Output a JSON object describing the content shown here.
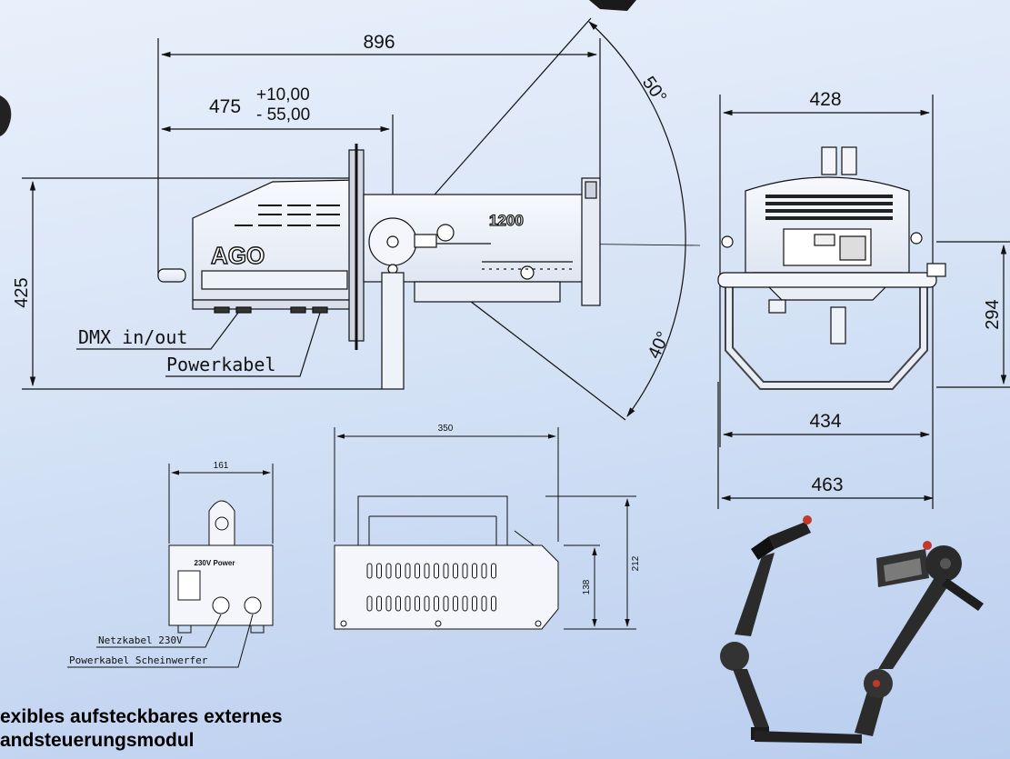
{
  "side_view": {
    "length": "896",
    "offset": "475",
    "offset_tol_plus": "+10,00",
    "offset_tol_minus": "- 55,00",
    "height": "425",
    "angle_up": "50°",
    "angle_down": "40°",
    "label_dmx": "DMX in/out",
    "label_power": "Powerkabel",
    "logo": "AGO",
    "model": "1200"
  },
  "front_view": {
    "top_width": "428",
    "height": "294",
    "bottom_width": "434",
    "total_width": "463"
  },
  "power_unit_front": {
    "width": "161",
    "panel_title": "230V Power",
    "label_mains": "Netzkabel 230V",
    "label_power": "Powerkabel Scheinwerfer"
  },
  "power_unit_side": {
    "length": "350",
    "height_total": "212",
    "height_body": "138"
  },
  "caption": {
    "line1": "exibles aufsteckbares externes",
    "line2": "andsteuerungsmodul"
  },
  "colors": {
    "background": "#d6e3f6",
    "line": "#111111",
    "accent_red": "#c0392b"
  }
}
